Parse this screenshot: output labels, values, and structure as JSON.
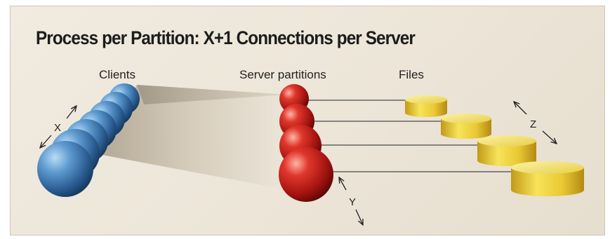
{
  "title": "Process per Partition: X+1 Connections per Server",
  "columns": {
    "clients": "Clients",
    "server_partitions": "Server partitions",
    "files": "Files"
  },
  "dimensions": {
    "x": "X",
    "y": "Y",
    "z": "Z"
  },
  "counts": {
    "clients": 7,
    "server_partitions": 4,
    "files": 4
  },
  "colors": {
    "client": "#3f7fb8",
    "server": "#c8231d",
    "file": "#f0d53c",
    "connection_fan": "#c9bda7"
  }
}
